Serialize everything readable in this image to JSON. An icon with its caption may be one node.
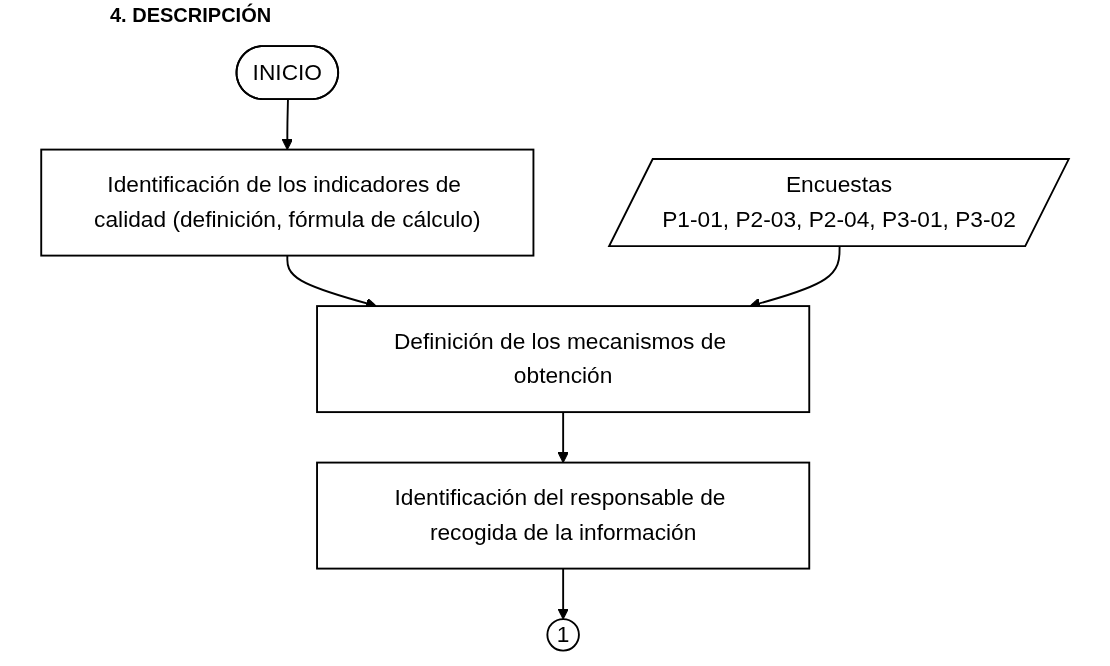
{
  "diagram": {
    "title": "4. DESCRIPCIÓN",
    "nodes": [
      {
        "text": [
          "INICIO"
        ]
      },
      {
        "text": [
          "Identificación de los indicadores de calidad (definición, fórmula de cálculo)"
        ]
      },
      {
        "text": [
          "Encuestas",
          "P1-01, P2-03, P2-04, P3-01, P3-02"
        ]
      },
      {
        "text": [
          "Definición de los mecanismos de obtención"
        ]
      },
      {
        "text": [
          "Identificación del responsable de recogida de la información"
        ]
      },
      {
        "text": [
          "1"
        ]
      }
    ],
    "edges": [
      {
        "from": 0,
        "to": 1,
        "arrow": "to"
      },
      {
        "from": 1,
        "to": 3,
        "arrow": "to"
      },
      {
        "from": 2,
        "to": 3,
        "arrow": "to"
      },
      {
        "from": 3,
        "to": 4,
        "arrow": "to"
      },
      {
        "from": 4,
        "to": 5,
        "arrow": "to"
      }
    ]
  }
}
